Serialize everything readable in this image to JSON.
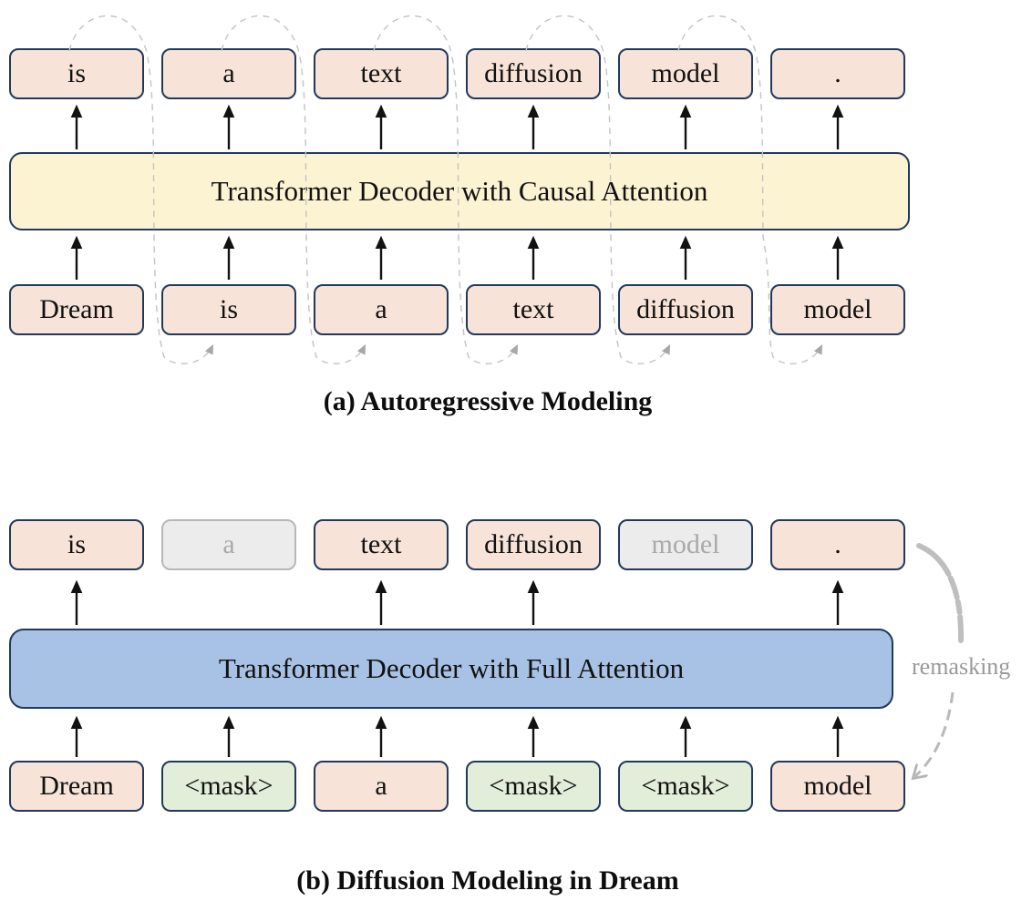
{
  "figure": {
    "section_a": {
      "caption": "(a) Autoregressive Modeling",
      "decoder_label": "Transformer Decoder with Causal Attention",
      "outputs": [
        "is",
        "a",
        "text",
        "diffusion",
        "model",
        "."
      ],
      "inputs": [
        "Dream",
        "is",
        "a",
        "text",
        "diffusion",
        "model"
      ]
    },
    "section_b": {
      "caption": "(b) Diffusion Modeling in Dream",
      "decoder_label": "Transformer Decoder with Full Attention",
      "outputs": [
        "is",
        "a",
        "text",
        "diffusion",
        "model",
        "."
      ],
      "masked_out_outputs": [
        "a",
        "model"
      ],
      "inputs": [
        "Dream",
        "<mask>",
        "a",
        "<mask>",
        "<mask>",
        "model"
      ],
      "remasking_label": "remasking"
    },
    "colors": {
      "token_fill": "#f7e3d7",
      "mask_fill": "#e3eeda",
      "ghost_fill": "#ececec",
      "ghost_text": "#a9a9a9",
      "causal_decoder_fill": "#fcf3d2",
      "full_decoder_fill": "#a7c2e4",
      "border_navy": "#21395c",
      "arc_gray": "#c3c3c3",
      "remask_gray": "#b3b3b3"
    }
  }
}
